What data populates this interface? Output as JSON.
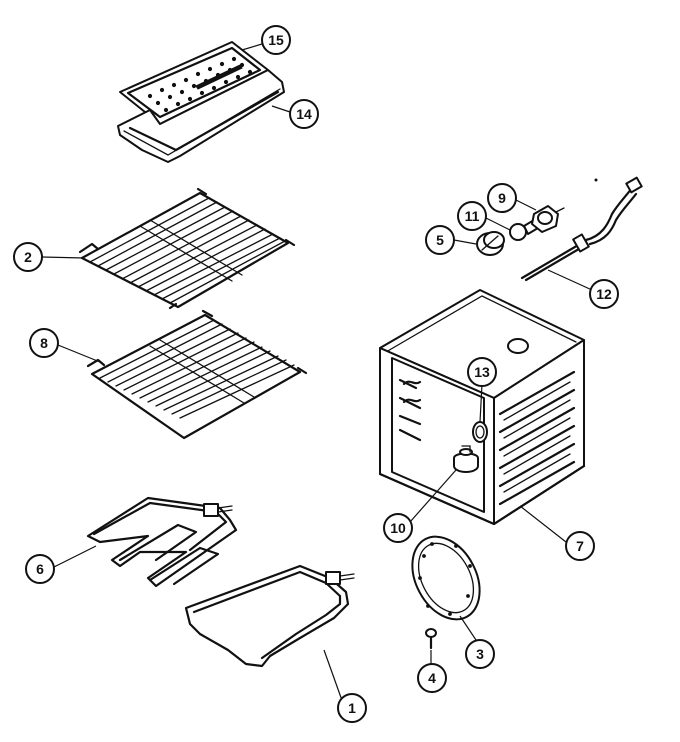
{
  "callouts": [
    {
      "id": "c15",
      "label": "15"
    },
    {
      "id": "c14",
      "label": "14"
    },
    {
      "id": "c2",
      "label": "2"
    },
    {
      "id": "c8",
      "label": "8"
    },
    {
      "id": "c6",
      "label": "6"
    },
    {
      "id": "c1",
      "label": "1"
    },
    {
      "id": "c9",
      "label": "9"
    },
    {
      "id": "c11",
      "label": "11"
    },
    {
      "id": "c5",
      "label": "5"
    },
    {
      "id": "c12",
      "label": "12"
    },
    {
      "id": "c13",
      "label": "13"
    },
    {
      "id": "c10",
      "label": "10"
    },
    {
      "id": "c7",
      "label": "7"
    },
    {
      "id": "c3",
      "label": "3"
    },
    {
      "id": "c4",
      "label": "4"
    }
  ]
}
